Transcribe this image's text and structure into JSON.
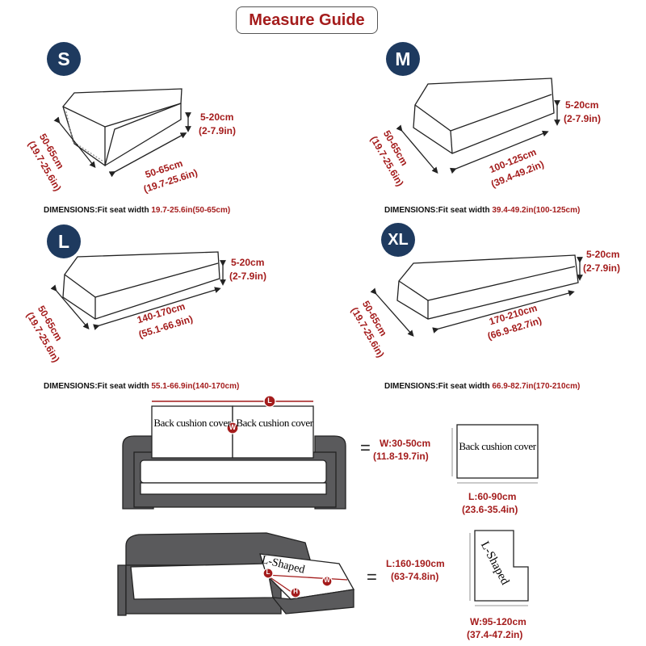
{
  "header": {
    "title": "Measure Guide"
  },
  "sizes": {
    "s": {
      "badge": "S",
      "height_cm": "5-20cm",
      "height_in": "(2-7.9in)",
      "depth_cm": "50-65cm",
      "depth_in": "(19.7-25.6in)",
      "width_cm": "50-65cm",
      "width_in": "(19.7-25.6in)",
      "dim_label": "DIMENSIONS:Fit seat width ",
      "dim_value": "19.7-25.6in(50-65cm)"
    },
    "m": {
      "badge": "M",
      "height_cm": "5-20cm",
      "height_in": "(2-7.9in)",
      "depth_cm": "50-65cm",
      "depth_in": "(19.7-25.6in)",
      "width_cm": "100-125cm",
      "width_in": "(39.4-49.2in)",
      "dim_label": "DIMENSIONS:Fit seat width ",
      "dim_value": "39.4-49.2in(100-125cm)"
    },
    "l": {
      "badge": "L",
      "height_cm": "5-20cm",
      "height_in": "(2-7.9in)",
      "depth_cm": "50-65cm",
      "depth_in": "(19.7-25.6in)",
      "width_cm": "140-170cm",
      "width_in": "(55.1-66.9in)",
      "dim_label": "DIMENSIONS:Fit seat width ",
      "dim_value": "55.1-66.9in(140-170cm)"
    },
    "xl": {
      "badge": "XL",
      "height_cm": "5-20cm",
      "height_in": "(2-7.9in)",
      "depth_cm": "50-65cm",
      "depth_in": "(19.7-25.6in)",
      "width_cm": "170-210cm",
      "width_in": "(66.9-82.7in)",
      "dim_label": "DIMENSIONS:Fit seat width ",
      "dim_value": "66.9-82.7in(170-210cm)"
    }
  },
  "back_cushion": {
    "label_left": "Back cushion cover",
    "label_right": "Back cushion cover",
    "marker_l": "L",
    "marker_w": "W",
    "equals": "=",
    "w_cm": "W:30-50cm",
    "w_in": "(11.8-19.7in)",
    "card_label": "Back cushion cover",
    "l_cm": "L:60-90cm",
    "l_in": "(23.6-35.4in)"
  },
  "l_shaped": {
    "label": "L-Shaped",
    "marker_l": "L",
    "marker_w": "W",
    "marker_h": "H",
    "equals": "=",
    "l_cm": "L:160-190cm",
    "l_in": "(63-74.8in)",
    "card_label": "L-Shaped",
    "w_cm": "W:95-120cm",
    "w_in": "(37.4-47.2in)"
  }
}
